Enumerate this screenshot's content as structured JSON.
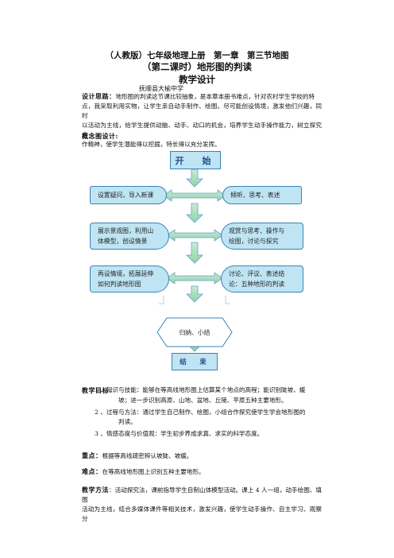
{
  "header": {
    "line1": "（人教版）七年级地理上册　第一章　第三节地图",
    "line2": "（第二课时）地形图的判读",
    "line3": "教学设计",
    "school": "抚顺县大榆中学"
  },
  "design_idea": {
    "label": "设计思路：",
    "lines": [
      "地形图的判读这节课比较抽象，是本章本册书难点，针对农村学生学校的特",
      "点，我采取利用实物，让学生亲自动手制作、绘图。尽可能创设情境，激发他们兴趣，同时",
      "以活动为主线，给学生提供动脑、动手、动口的机会，培养学生动手操作能力，树立探究合",
      "作精神，使学生潜能得以挖掘，特长得以充分发挥。"
    ]
  },
  "concept_label": "概念图设计:",
  "flowchart": {
    "start": "开　始",
    "end": "结　束",
    "rows": [
      {
        "left": "设置疑问，导入新课",
        "right": "倾听、思考、表述"
      },
      {
        "left": [
          "展示景观图，利用山",
          "体模型，创设情景"
        ],
        "right": [
          "观赏与思考、操作与",
          "绘图，讨论与探究"
        ]
      },
      {
        "left": [
          "再设情境，拓展延伸",
          "如何判读地形图"
        ],
        "right": [
          "讨论、评议、表述结",
          "论：五种地形的判读"
        ]
      }
    ],
    "summary": "归纳、小结"
  },
  "objectives": {
    "label": "教学目标",
    "colon": "：",
    "items": [
      [
        "1 、知识与技能：能够在等高线地形图上估算某个地点的高程；能识别陡坡、缓",
        "坡；进一步识别高原、山地、盆地、丘陵、平原五种主要地形。"
      ],
      [
        "2 、过程与方法：通过学生自己制作、绘图，小组合作探究使学生学会地形图的",
        "判读。"
      ],
      [
        "3 、情感态度与价值观：学生初步养成求真、求实的科学态度。"
      ]
    ]
  },
  "key_points": {
    "label": "重点：",
    "text": "根据等高线疏密辨认坡陡、坡缓。"
  },
  "difficulties": {
    "label": "难点：",
    "text": "在等高线地形图上识别五种主要地形。"
  },
  "methods": {
    "label": "教学方法",
    "colon": "：",
    "lines": [
      "活动探究法，课前指导学生自制山体模型活动。课上 4 人一组，动手绘图、填图",
      "活动为主线，结合多媒体课件等相关技术，激发兴趣，使学生动手操作、自主学习、观察分"
    ]
  },
  "colors": {
    "box_fill": "#bfe4f3",
    "box_border": "#3c82b4",
    "arrow_fill": "#9edcb2",
    "arrow_border": "#6aa0d0",
    "title_blue": "#1f4e87"
  }
}
